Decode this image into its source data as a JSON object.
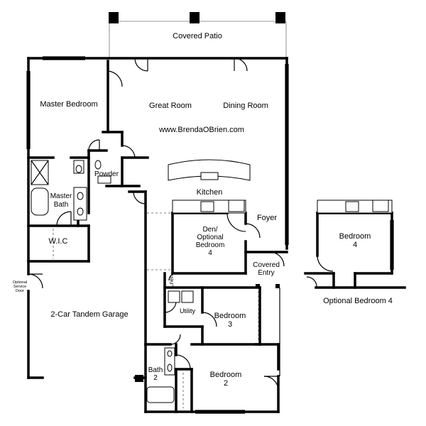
{
  "rooms": {
    "covered_patio": "Covered Patio",
    "master_bedroom": "Master Bedroom",
    "great_room": "Great Room",
    "dining_room": "Dining Room",
    "website": "www.BrendaOBrien.com",
    "powder": "Powder",
    "master_bath_1": "Master",
    "master_bath_2": "Bath",
    "wic": "W.I.C",
    "kitchen": "Kitchen",
    "foyer": "Foyer",
    "den_1": "Den/",
    "den_2": "Optional",
    "den_3": "Bedroom",
    "den_4": "4",
    "covered_entry_1": "Covered",
    "covered_entry_2": "Entry",
    "optional_door_1": "Optional",
    "optional_door_2": "Service",
    "optional_door_3": "Door",
    "garage": "2-Car Tandem Garage",
    "linen": "Lnen",
    "utility": "Utility",
    "bedroom3_1": "Bedroom",
    "bedroom3_2": "3",
    "bath2_1": "Bath",
    "bath2_2": "2",
    "bedroom2_1": "Bedroom",
    "bedroom2_2": "2",
    "opt_bedroom4_1": "Bedroom",
    "opt_bedroom4_2": "4",
    "opt_bedroom4_caption": "Optional Bedroom 4"
  }
}
